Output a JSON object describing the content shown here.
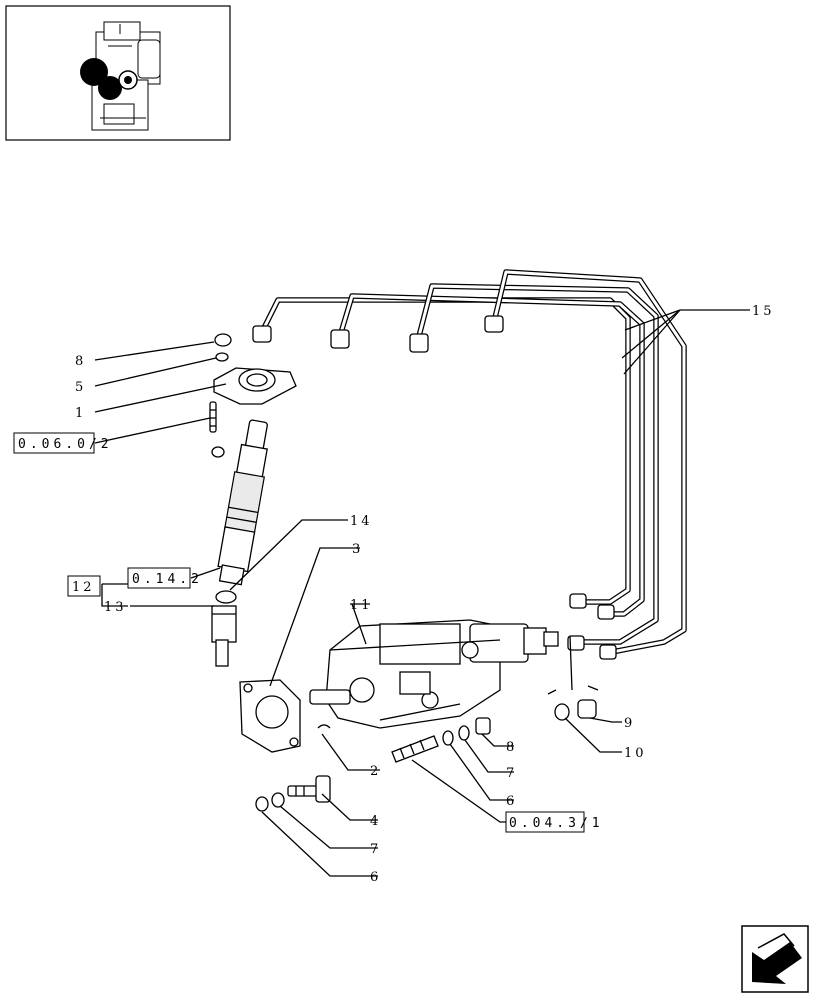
{
  "callouts": {
    "c1": "1",
    "c2": "2",
    "c3": "3",
    "c4": "4",
    "c5": "5",
    "c6a": "6",
    "c6b": "6",
    "c7a": "7",
    "c7b": "7",
    "c8a": "8",
    "c8b": "8",
    "c9": "9",
    "c10": "10",
    "c11": "11",
    "c12": "12",
    "c13": "13",
    "c14": "14",
    "c15": "15"
  },
  "references": {
    "r0602": "0.06.0/2",
    "r0142": "0.14.2",
    "r0431": "0.04.3/1"
  },
  "icons": {
    "thumbnail": "engine-thumbnail-icon",
    "nav": "next-page-arrow-icon"
  }
}
